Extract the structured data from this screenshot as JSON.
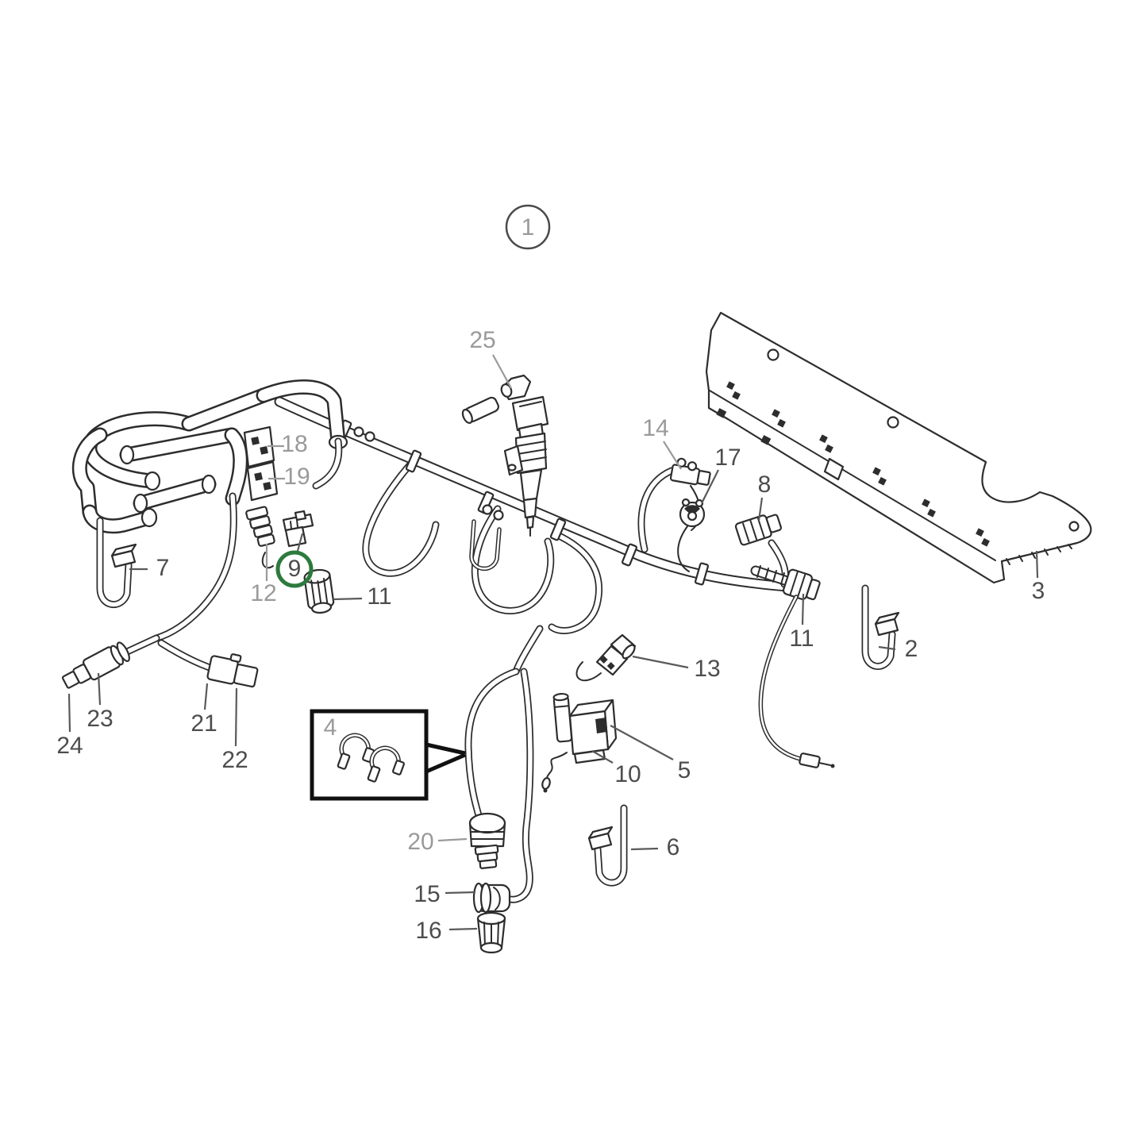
{
  "diagram": {
    "type": "exploded-parts-diagram",
    "subject": "engine wiring harness with cable harness, clips, sensors and mounting plate",
    "highlight": {
      "selected_item": "9",
      "circle_color": "#2c7a3d"
    },
    "inset_box": {
      "callout": "4"
    },
    "assembly_circle": {
      "callout": "1"
    }
  },
  "callouts": {
    "n1": "1",
    "n2": "2",
    "n3": "3",
    "n4": "4",
    "n5": "5",
    "n6": "6",
    "n7": "7",
    "n8": "8",
    "n9": "9",
    "n10": "10",
    "n11_left": "11",
    "n11_right": "11",
    "n12": "12",
    "n13": "13",
    "n14": "14",
    "n15": "15",
    "n16": "16",
    "n17": "17",
    "n18": "18",
    "n19": "19",
    "n20": "20",
    "n21": "21",
    "n22": "22",
    "n23": "23",
    "n24": "24",
    "n25": "25"
  }
}
